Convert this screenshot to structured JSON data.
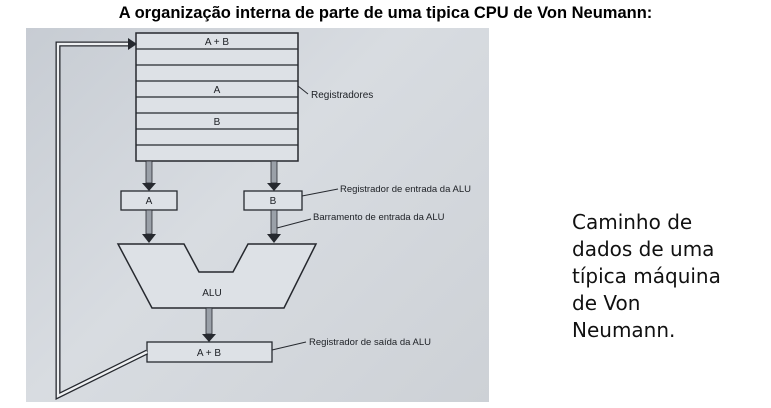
{
  "title": "A organização interna de parte de uma tipica CPU de Von Neumann:",
  "diagram": {
    "register_file": {
      "rows": [
        "A + B",
        "",
        "",
        "A",
        "",
        "B",
        "",
        ""
      ],
      "label": "Registradores"
    },
    "alu_input_registers": {
      "left": "A",
      "right": "B"
    },
    "callouts": {
      "alu_input_register": "Registrador de entrada da ALU",
      "alu_input_bus": "Barramento de entrada da ALU",
      "alu_output_register": "Registrador de saída da ALU"
    },
    "alu_label": "ALU",
    "output_register_value": "A + B",
    "colors": {
      "diagram_stroke": "#26292f",
      "arrow_fill": "#9aa0a8",
      "box_fill": "#dde1e6"
    }
  },
  "caption": {
    "lines": [
      "Caminho de",
      "dados de uma",
      "típica máquina",
      "de Von",
      "Neumann."
    ]
  }
}
